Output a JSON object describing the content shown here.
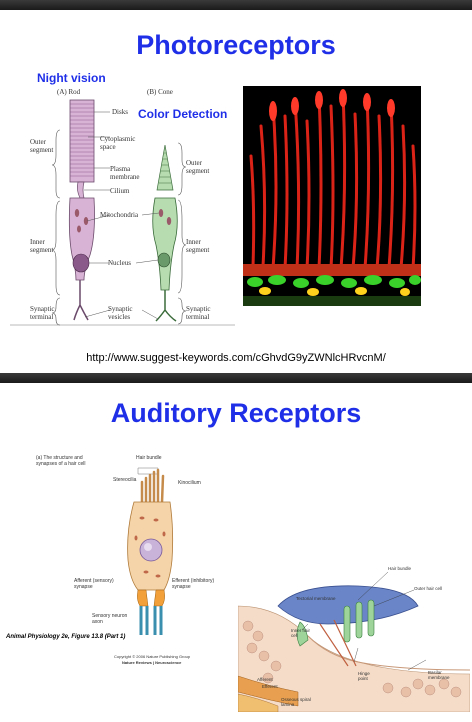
{
  "slide1": {
    "title": "Photoreceptors",
    "night_vision": "Night vision",
    "color_detection": "Color Detection",
    "rod_label": "(A) Rod",
    "cone_label": "(B) Cone",
    "labels": {
      "disks": "Disks",
      "cytoplasmic_space": "Cytoplasmic space",
      "plasma_membrane": "Plasma membrane",
      "cilium": "Cilium",
      "mitochondria": "Mitochondria",
      "nucleus": "Nucleus",
      "synaptic_vesicles": "Synaptic vesicles",
      "outer_segment_left": "Outer segment",
      "inner_segment_left": "Inner segment",
      "synaptic_terminal_left": "Synaptic terminal",
      "outer_segment_right": "Outer segment",
      "inner_segment_right": "Inner segment",
      "synaptic_terminal_right": "Synaptic terminal"
    },
    "url": "http://www.suggest-keywords.com/cGhvdG9yZWNlcHRvcnM/"
  },
  "slide2": {
    "title": "Auditory Receptors",
    "hair_cell_caption": "(a) The structure and synapses of a hair cell",
    "labels": {
      "hair_bundle": "Hair bundle",
      "stereocilia": "Stereocilia",
      "kinocilium": "Kinocilium",
      "afferent": "Afferent (sensory) synapse",
      "efferent": "Efferent (inhibitory) synapse",
      "sensory_neuron": "Sensory neuron axon"
    },
    "figure_caption": "Animal Physiology 2e, Figure 13.8 (Part 1)",
    "copyright": "Copyright © 2006 Nature Publishing Group",
    "journal": "Nature Reviews | Neuroscience",
    "cochlea_labels": {
      "hair_bundle": "Hair bundle",
      "outer_hair_cell": "Outer hair cell",
      "tectorial_membrane": "Tectorial membrane",
      "inner_hair_cell": "Inner hair cell",
      "hinge_point": "Hinge point",
      "basilar_membrane": "Basilar membrane",
      "afferent": "Afferent",
      "efferent": "Efferent",
      "osseous_spiral_lamina": "Osseous spiral lamina"
    }
  }
}
